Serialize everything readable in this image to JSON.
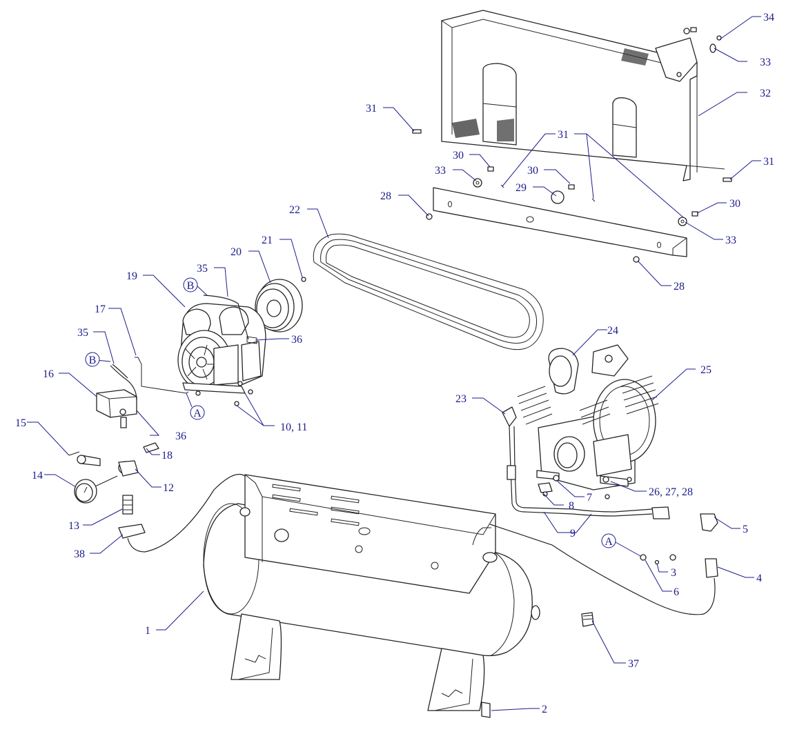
{
  "diagram": {
    "callouts": [
      {
        "id": "c1",
        "text": "1"
      },
      {
        "id": "c2",
        "text": "2"
      },
      {
        "id": "c3",
        "text": "3"
      },
      {
        "id": "c4",
        "text": "4"
      },
      {
        "id": "c5",
        "text": "5"
      },
      {
        "id": "c6",
        "text": "6"
      },
      {
        "id": "c7",
        "text": "7"
      },
      {
        "id": "c8",
        "text": "8"
      },
      {
        "id": "c9",
        "text": "9"
      },
      {
        "id": "c10",
        "text": "10, 11"
      },
      {
        "id": "c12",
        "text": "12"
      },
      {
        "id": "c13",
        "text": "13"
      },
      {
        "id": "c14",
        "text": "14"
      },
      {
        "id": "c15",
        "text": "15"
      },
      {
        "id": "c16",
        "text": "16"
      },
      {
        "id": "c17",
        "text": "17"
      },
      {
        "id": "c18",
        "text": "18"
      },
      {
        "id": "c19",
        "text": "19"
      },
      {
        "id": "c20",
        "text": "20"
      },
      {
        "id": "c21",
        "text": "21"
      },
      {
        "id": "c22",
        "text": "22"
      },
      {
        "id": "c23",
        "text": "23"
      },
      {
        "id": "c24",
        "text": "24"
      },
      {
        "id": "c25",
        "text": "25"
      },
      {
        "id": "c26",
        "text": "26, 27, 28"
      },
      {
        "id": "c28a",
        "text": "28"
      },
      {
        "id": "c28b",
        "text": "28"
      },
      {
        "id": "c29",
        "text": "29"
      },
      {
        "id": "c30a",
        "text": "30"
      },
      {
        "id": "c30b",
        "text": "30"
      },
      {
        "id": "c30c",
        "text": "30"
      },
      {
        "id": "c31a",
        "text": "31"
      },
      {
        "id": "c31b",
        "text": "31"
      },
      {
        "id": "c31c",
        "text": "31"
      },
      {
        "id": "c32",
        "text": "32"
      },
      {
        "id": "c33a",
        "text": "33"
      },
      {
        "id": "c33b",
        "text": "33"
      },
      {
        "id": "c33c",
        "text": "33"
      },
      {
        "id": "c34",
        "text": "34"
      },
      {
        "id": "c35a",
        "text": "35"
      },
      {
        "id": "c35b",
        "text": "35"
      },
      {
        "id": "c36a",
        "text": "36"
      },
      {
        "id": "c36b",
        "text": "36"
      },
      {
        "id": "c37",
        "text": "37"
      },
      {
        "id": "c38",
        "text": "38"
      }
    ],
    "connectors": [
      {
        "id": "A1",
        "text": "A"
      },
      {
        "id": "A2",
        "text": "A"
      },
      {
        "id": "B1",
        "text": "B"
      },
      {
        "id": "B2",
        "text": "B"
      }
    ],
    "colors": {
      "line": "#222222",
      "callout": "#1a1a8c",
      "background": "#ffffff"
    }
  }
}
